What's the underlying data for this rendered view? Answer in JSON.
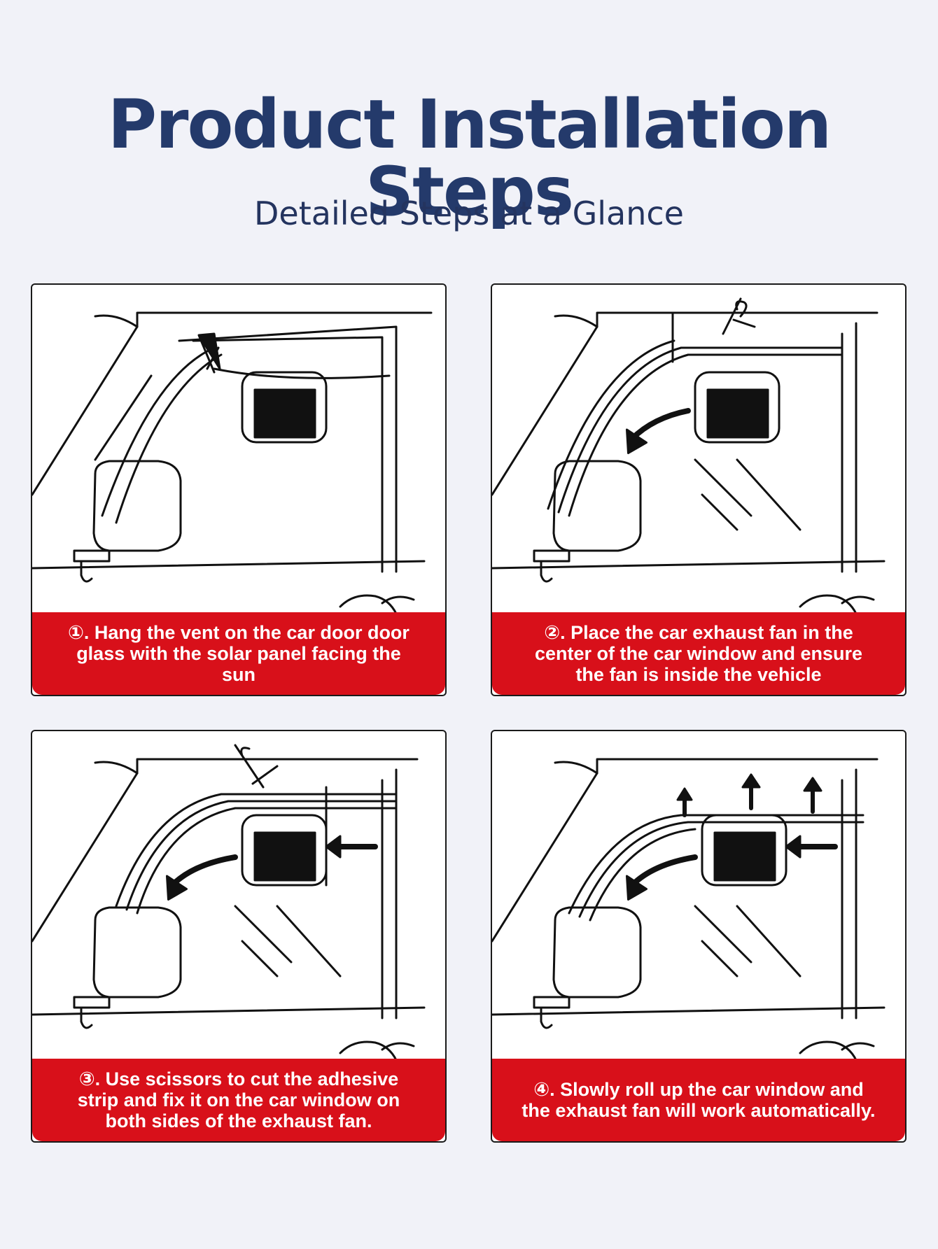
{
  "header": {
    "title": "Product Installation Steps",
    "subtitle": "Detailed Steps at a Glance"
  },
  "steps": [
    {
      "caption": "①. Hang the vent on the car door door glass with the solar panel facing the sun"
    },
    {
      "caption": "②. Place the car exhaust fan in the center of the car window and ensure the fan is inside the vehicle"
    },
    {
      "caption": "③. Use scissors to cut the adhesive strip and fix it on the car window on both sides of the exhaust fan."
    },
    {
      "caption": "④. Slowly roll up the car window and the exhaust fan will work automatically."
    }
  ],
  "colors": {
    "title": "#243a6b",
    "caption_bg": "#d8101a",
    "background": "#f1f2f8"
  }
}
